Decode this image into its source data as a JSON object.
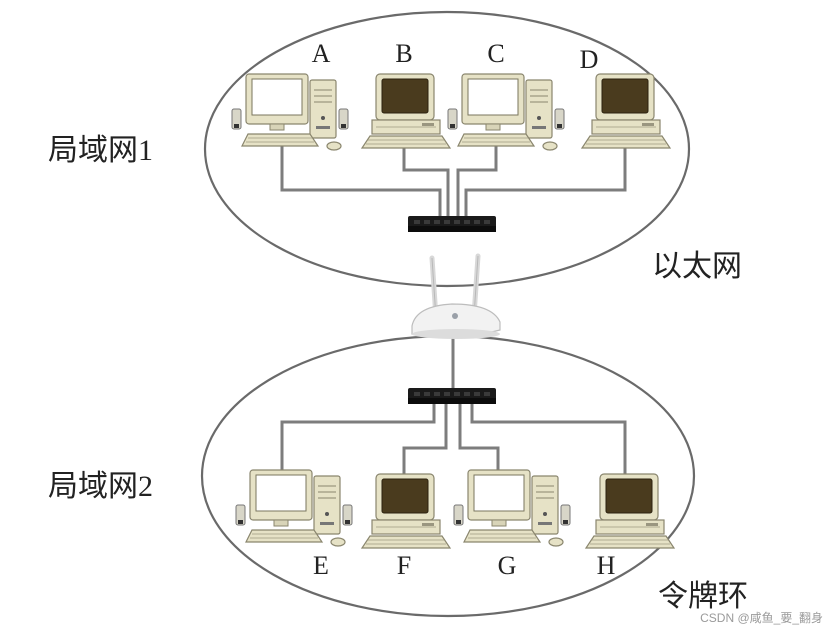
{
  "labels": {
    "lan1": "局域网1",
    "lan2": "局域网2",
    "ethernet": "以太网",
    "token_ring": "令牌环"
  },
  "computers_top": [
    "A",
    "B",
    "C",
    "D"
  ],
  "computers_bottom": [
    "E",
    "F",
    "G",
    "H"
  ],
  "watermark": "CSDN @咸鱼_要_翻身",
  "colors": {
    "outline": "#6a6a6a",
    "cable": "#7d7d7d",
    "case": "#e6e2c6",
    "screen_light": "#ffffff",
    "screen_dark": "#4a3b1e",
    "switch": "#1a1a1a",
    "router": "#f2f2f2"
  },
  "icons": {
    "computer_modern": "desktop-computer-icon",
    "computer_retro": "retro-computer-icon",
    "switch": "network-switch-icon",
    "router": "wireless-router-icon"
  }
}
